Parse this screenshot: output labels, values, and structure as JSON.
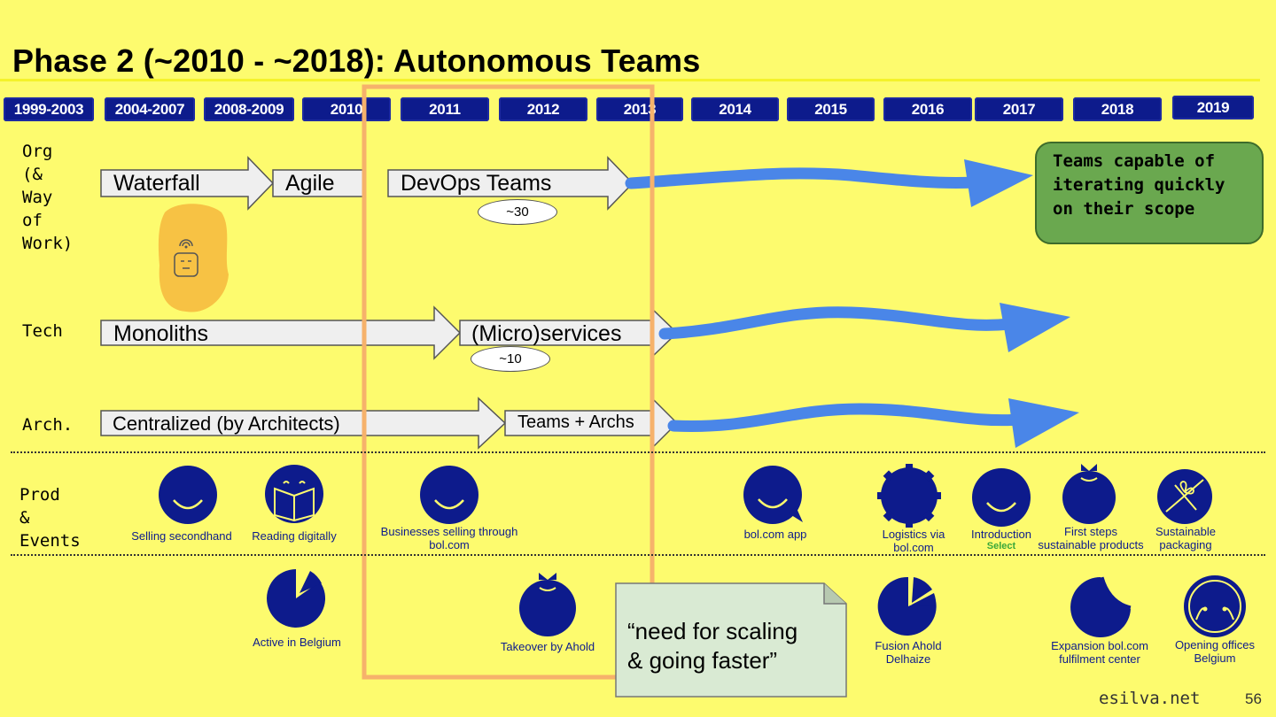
{
  "slide": {
    "title": "Phase 2 (~2010 - ~2018): Autonomous Teams",
    "footer_site": "esilva.net",
    "page_number": "56"
  },
  "timeline": {
    "years": [
      "1999-2003",
      "2004-2007",
      "2008-2009",
      "2010",
      "2011",
      "2012",
      "2013",
      "2014",
      "2015",
      "2016",
      "2017",
      "2018",
      "2019"
    ]
  },
  "rows": {
    "org": {
      "label": "Org\n(&\nWay\nof\nWork)",
      "arrows": [
        "Waterfall",
        "Agile",
        "DevOps Teams"
      ],
      "count_badge": "~30",
      "outcome": "Teams capable of iterating quickly on their scope"
    },
    "tech": {
      "label": "Tech",
      "arrows": [
        "Monoliths",
        "(Micro)services"
      ],
      "count_badge": "~10"
    },
    "arch": {
      "label": "Arch.",
      "arrows": [
        "Centralized (by Architects)",
        "Teams + Archs"
      ]
    },
    "prod": {
      "label": "Prod\n&\nEvents"
    }
  },
  "products": [
    {
      "caption": "Selling secondhand",
      "icon": "smile-icon"
    },
    {
      "caption": "Reading digitally",
      "icon": "book-smile-icon"
    },
    {
      "caption": "Businesses selling through\nbol.com",
      "icon": "smile-icon"
    },
    {
      "caption": "bol.com app",
      "icon": "chat-smile-icon"
    },
    {
      "caption": "Logistics via\nbol.com",
      "icon": "gear-icon"
    },
    {
      "caption": "Introduction",
      "caption_extra": "Select",
      "icon": "smile-icon"
    },
    {
      "caption": "First steps\nsustainable products",
      "icon": "bag-icon"
    },
    {
      "caption": "Sustainable\npackaging",
      "icon": "gift-icon"
    }
  ],
  "events": [
    {
      "caption": "Active in Belgium",
      "icon": "pie-icon"
    },
    {
      "caption": "Takeover by Ahold",
      "icon": "bag-icon"
    },
    {
      "caption": "Fusion Ahold\nDelhaize",
      "icon": "pie-icon"
    },
    {
      "caption": "Expansion bol.com\nfulfilment center",
      "icon": "sticker-icon"
    },
    {
      "caption": "Opening offices\nBelgium",
      "icon": "smile-ring-icon"
    }
  ],
  "quote": "“need for scaling\n& going faster”",
  "colors": {
    "background": "#fdfb6e",
    "navy": "#0d1b8c",
    "blue_arrow": "#4a86e8",
    "highlight": "#f6b26b",
    "outcome_green": "#6aa84f",
    "note_green": "#d9ead3"
  }
}
